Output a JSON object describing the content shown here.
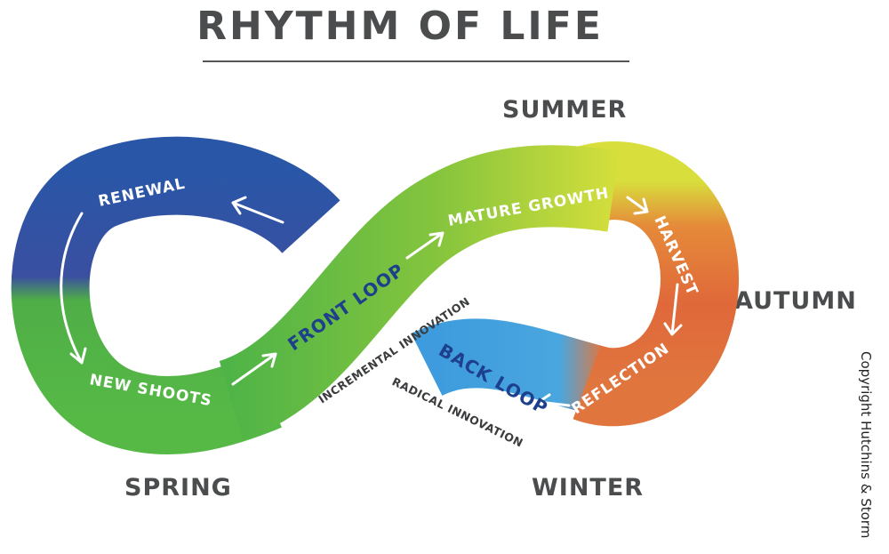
{
  "title": "RHYTHM OF LIFE",
  "seasons": {
    "summer": "SUMMER",
    "autumn": "AUTUMN",
    "spring": "SPRING",
    "winter": "WINTER"
  },
  "loop_labels": {
    "renewal": "RENEWAL",
    "new_shoots": "NEW SHOOTS",
    "front_loop": "FRONT LOOP",
    "mature_growth": "MATURE GROWTH",
    "harvest": "HARVEST",
    "reflection": "REFLECTION",
    "back_loop": "BACK LOOP"
  },
  "innovation_labels": {
    "incremental": "INCREMENTAL INNOVATION",
    "radical": "RADICAL INNOVATION"
  },
  "copyright": "Copyright Hutchins & Storm",
  "colors": {
    "blue": "#2b58a8",
    "green": "#5cb947",
    "yellow_green": "#c7dd3a",
    "orange": "#e0693a",
    "light_blue": "#3fa2e0",
    "text": "#4a4c4d"
  }
}
